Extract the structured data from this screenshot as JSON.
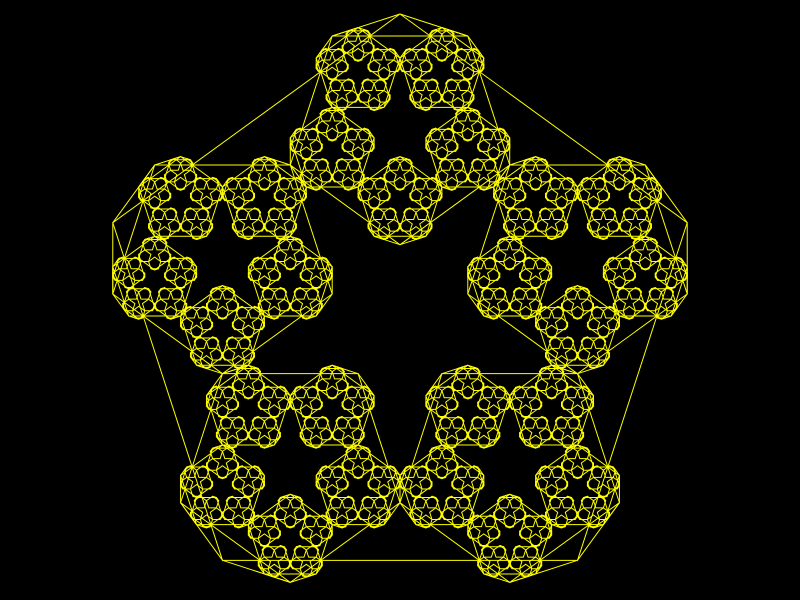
{
  "figure": {
    "kind": "pentaflake-fractal",
    "background_color": "#000000",
    "stroke_color": "#ffff00",
    "recursion_depth": 4,
    "children_per_pentagon": 5,
    "child_scale_ratio": 0.381966,
    "orientation": "point-up",
    "draw_connector_lines": true
  }
}
